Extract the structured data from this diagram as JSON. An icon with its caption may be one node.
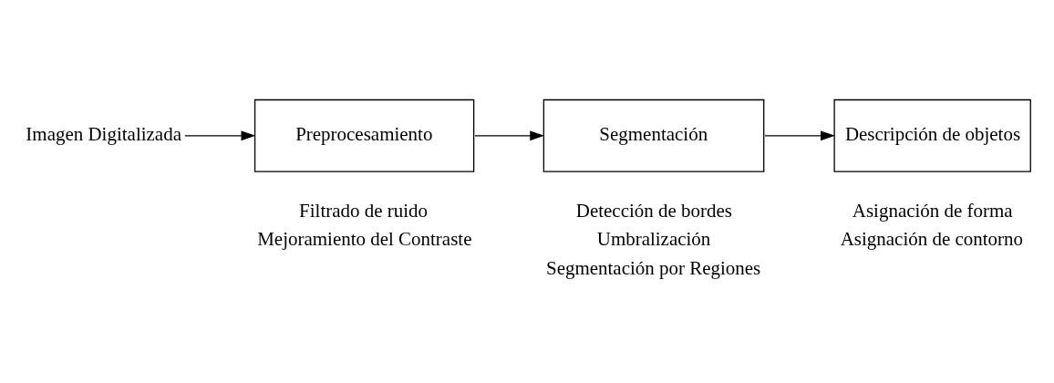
{
  "diagram": {
    "nodes": [
      {
        "text": [
          "Imagen Digitalizada"
        ]
      },
      {
        "text": [
          "Preprocesamiento"
        ],
        "beside": [
          "Filtrado de ruido",
          "Mejoramiento del Contraste"
        ]
      },
      {
        "text": [
          "Segmentación"
        ],
        "beside": [
          "Detección de bordes",
          "Umbralización",
          "Segmentación por Regiones"
        ]
      },
      {
        "text": [
          "Descripción de objetos"
        ],
        "beside": [
          "Asignación de forma",
          "Asignación de contorno"
        ]
      }
    ],
    "edges": [
      {
        "from": 0,
        "to": 1,
        "arrow": "to"
      },
      {
        "from": 1,
        "to": 2,
        "arrow": "to"
      },
      {
        "from": 2,
        "to": 3,
        "arrow": "to"
      }
    ]
  }
}
